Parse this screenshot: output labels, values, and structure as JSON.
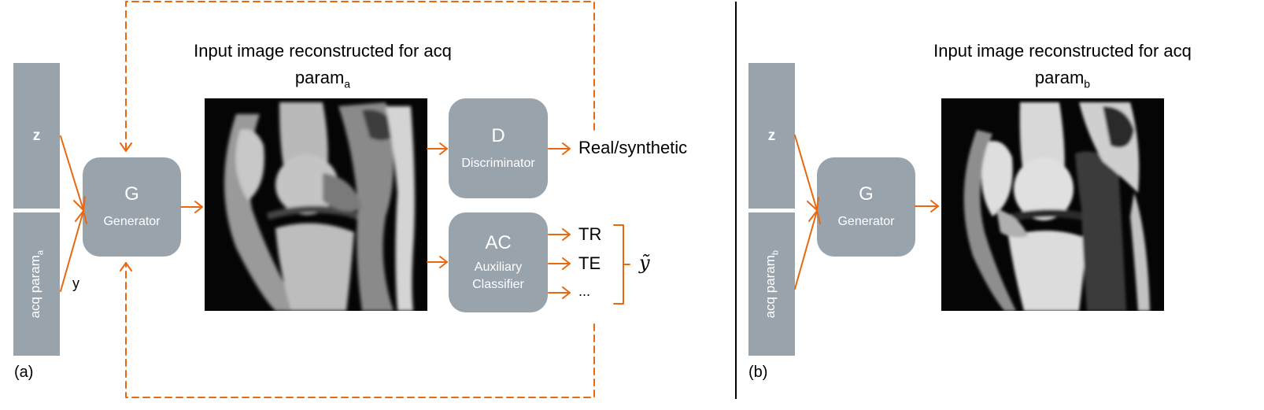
{
  "colors": {
    "block_fill": "#99a3ac",
    "block_text": "#ffffff",
    "arrow": "#e8680f",
    "divider": "#000000"
  },
  "panel_a": {
    "label": "(a)",
    "z_input": "z",
    "acq_param": {
      "text": "acq param",
      "subscript": "a"
    },
    "y_label": "y",
    "generator": {
      "letter": "G",
      "name": "Generator"
    },
    "caption": {
      "line1": "Input image reconstructed for acq",
      "line2": "param",
      "subscript": "a"
    },
    "image": {
      "description": "sagittal knee MRI slice (input image reconstructed for acq param a)"
    },
    "discriminator": {
      "letter": "D",
      "name": "Discriminator",
      "output": "Real/synthetic"
    },
    "auxiliary_classifier": {
      "letter": "AC",
      "name_line1": "Auxiliary",
      "name_line2": "Classifier",
      "outputs": [
        "TR",
        "TE",
        "..."
      ],
      "grouped_output": "ỹ"
    }
  },
  "panel_b": {
    "label": "(b)",
    "z_input": "z",
    "acq_param": {
      "text": "acq param",
      "subscript": "b"
    },
    "generator": {
      "letter": "G",
      "name": "Generator"
    },
    "caption": {
      "line1": "Input image reconstructed for acq",
      "line2": "param",
      "subscript": "b"
    },
    "image": {
      "description": "sagittal knee MRI slice (input image reconstructed for acq param b)"
    }
  }
}
